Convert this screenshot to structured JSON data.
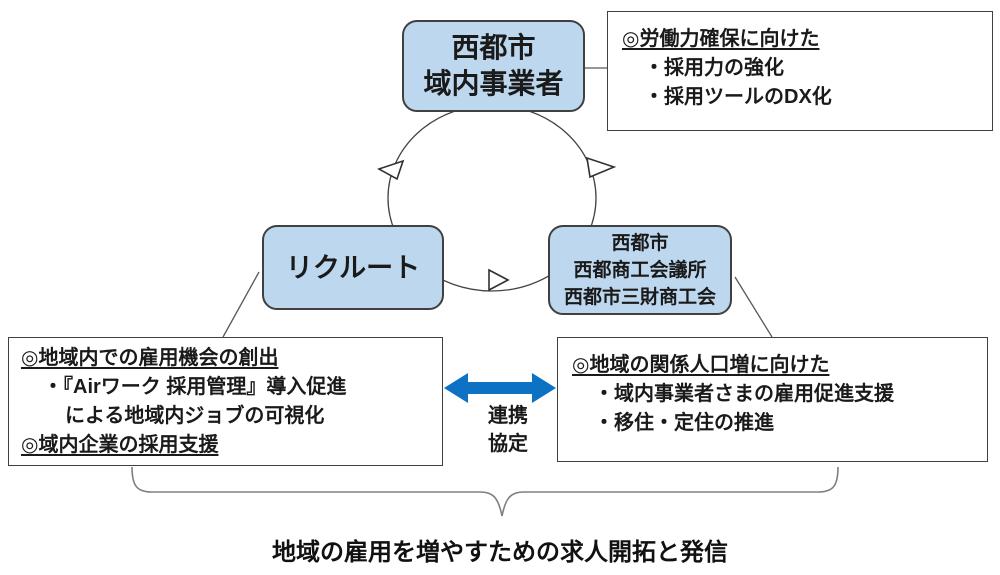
{
  "nodes": {
    "top": {
      "lines": [
        "西都市",
        "域内事業者"
      ]
    },
    "left": {
      "lines": [
        "リクルート"
      ]
    },
    "right": {
      "lines": [
        "西都市",
        "西都商工会議所",
        "西都市三財商工会"
      ]
    }
  },
  "callouts": {
    "top_right": {
      "lines": [
        {
          "t": "◎労働力確保に向けた",
          "u": true
        },
        {
          "t": "・採用力の強化",
          "i": 1
        },
        {
          "t": "・採用ツールのDX化",
          "i": 1
        }
      ]
    },
    "bottom_left": {
      "lines": [
        {
          "t": "◎地域内での雇用機会の創出",
          "u": true
        },
        {
          "t": "・『Airワーク 採用管理』導入促進",
          "i": 1
        },
        {
          "t": "による地域内ジョブの可視化",
          "i": 2
        },
        {
          "t": "◎域内企業の採用支援",
          "u": true
        }
      ]
    },
    "bottom_right": {
      "lines": [
        {
          "t": "◎地域の関係人口増に向けた",
          "u": true
        },
        {
          "t": "・域内事業者さまの雇用促進支援",
          "i": 1
        },
        {
          "t": "・移住・定住の推進",
          "i": 1
        }
      ]
    }
  },
  "partnership": {
    "label_lines": [
      "連携",
      "協定"
    ],
    "arrow_color": "#0d72c4"
  },
  "caption": {
    "text": "地域の雇用を増やすための求人開拓と発信"
  },
  "colors": {
    "node_fill": "#bdd7ee",
    "node_border": "#404040",
    "callout_border": "#404040",
    "cycle_line": "#444444",
    "connector_line": "#595959",
    "brace": "#808080"
  }
}
